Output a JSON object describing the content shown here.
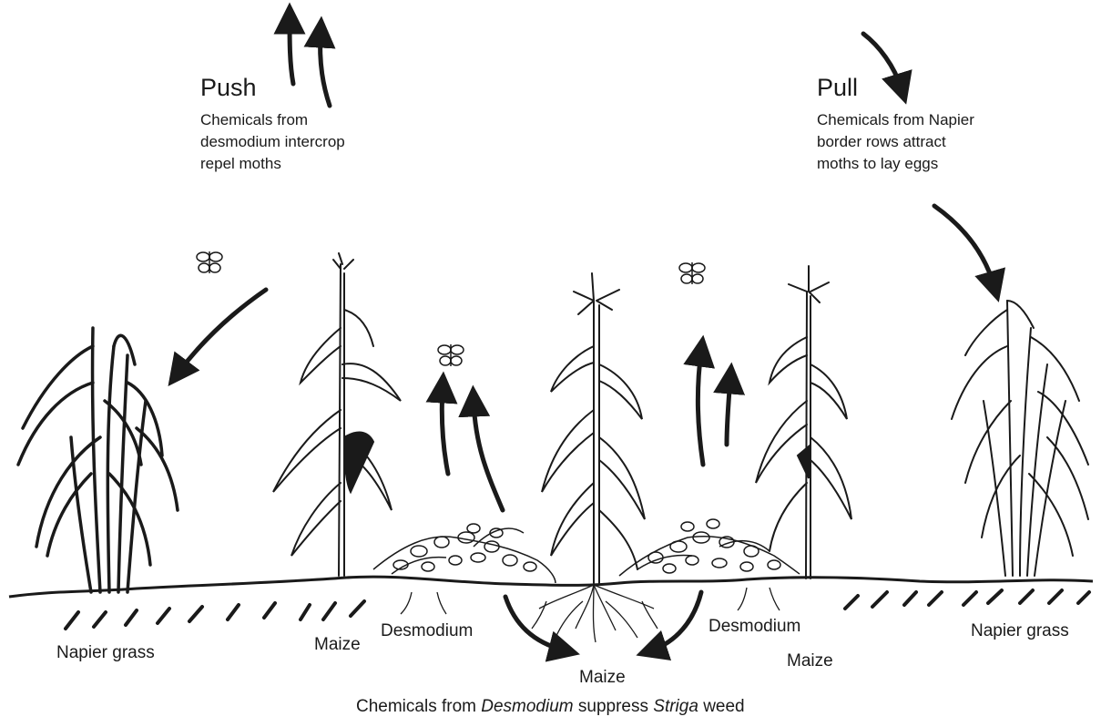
{
  "push": {
    "title": "Push",
    "description": "Chemicals from\ndesmodium intercrop\nrepel moths"
  },
  "pull": {
    "title": "Pull",
    "description": "Chemicals from Napier\nborder rows attract\nmoths to lay eggs"
  },
  "labels": {
    "napier_left": "Napier grass",
    "maize_left": "Maize",
    "desmodium_left": "Desmodium",
    "maize_center": "Maize",
    "desmodium_right": "Desmodium",
    "maize_right": "Maize",
    "napier_right": "Napier grass"
  },
  "caption": {
    "part1": "Chemicals from ",
    "italic1": "Desmodium",
    "part2": " suppress ",
    "italic2": "Striga",
    "part3": " weed"
  },
  "colors": {
    "ink": "#1a1a1a",
    "background": "#ffffff"
  }
}
